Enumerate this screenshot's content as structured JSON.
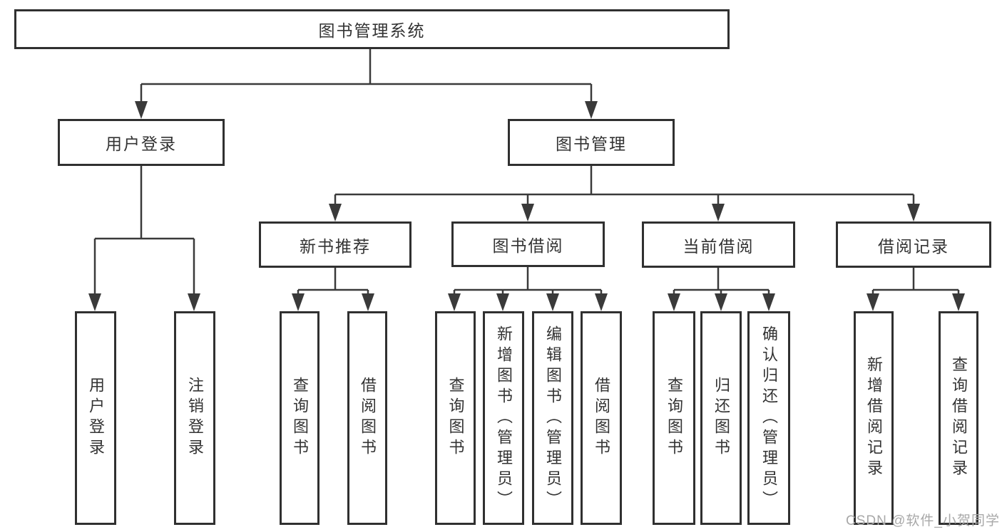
{
  "diagram": {
    "root": "图书管理系统",
    "level2": [
      "用户登录",
      "图书管理"
    ],
    "level3": [
      "新书推荐",
      "图书借阅",
      "当前借阅",
      "借阅记录"
    ],
    "leaves_user_login": [
      "用户登录",
      "注销登录"
    ],
    "leaves_new_books": [
      "查询图书",
      "借阅图书"
    ],
    "leaves_book_borrow": [
      "查询图书",
      "新增图书（管理员）",
      "编辑图书（管理员）",
      "借阅图书"
    ],
    "leaves_current_borrow": [
      "查询图书",
      "归还图书",
      "确认归还（管理员）"
    ],
    "leaves_borrow_records": [
      "新增借阅记录",
      "查询借阅记录"
    ]
  },
  "watermark": "CSDN @软件_小贺同学",
  "colors": {
    "line": "#3a3a3a",
    "box_border": "#303030",
    "text": "#333333",
    "watermark": "#a8a8a8",
    "background": "#ffffff"
  }
}
